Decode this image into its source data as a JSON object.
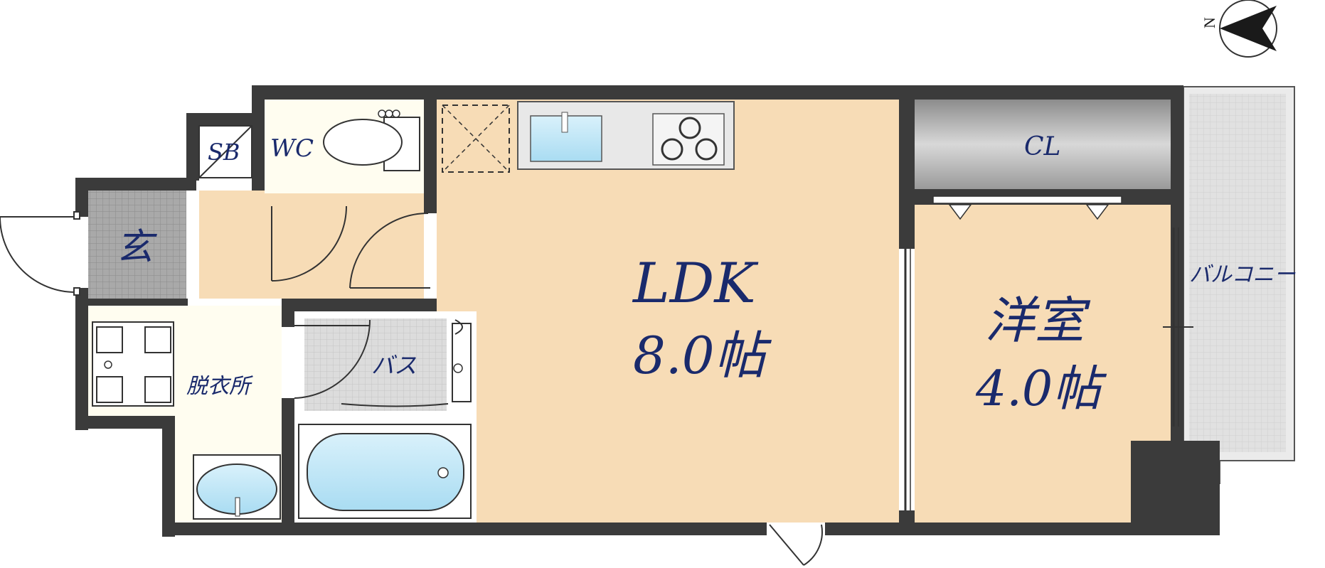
{
  "compass": {
    "north_label": "N"
  },
  "rooms": {
    "ldk": {
      "name": "LDK",
      "size": "8.0帖"
    },
    "western": {
      "name": "洋室",
      "size": "4.0帖"
    },
    "closet": {
      "name": "CL"
    },
    "balcony": {
      "name": "バルコニー"
    },
    "wc": {
      "name": "WC"
    },
    "shoebox": {
      "name": "SB"
    },
    "entrance": {
      "name": "玄"
    },
    "dressing": {
      "name": "脱衣所"
    },
    "bath": {
      "name": "バス"
    }
  },
  "colors": {
    "wall": "#3b3b3b",
    "room_fill": "#f7dcb6",
    "wet_area": "#fffdf0",
    "closet_fill": "#c8c8c8",
    "balcony_fill": "#e6e6e6",
    "label": "#1a2a6c"
  }
}
